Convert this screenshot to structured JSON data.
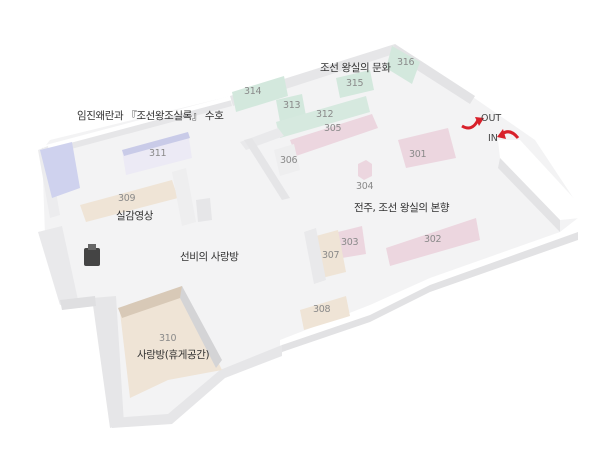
{
  "zones": [
    {
      "id": "joseon-court-culture",
      "label": "조선 왕실의 문화"
    },
    {
      "id": "imjin-war",
      "label": "임진왜란과 『조선왕조실록』 수호"
    },
    {
      "id": "immersive-video",
      "label": "실감영상"
    },
    {
      "id": "scholar-room",
      "label": "선비의 사랑방"
    },
    {
      "id": "jeonju-royal-origin",
      "label": "전주, 조선 왕실의 본향"
    },
    {
      "id": "rest-room",
      "label": "사랑방(휴게공간)"
    }
  ],
  "rooms": [
    {
      "id": "r316",
      "num": "316"
    },
    {
      "id": "r314",
      "num": "314"
    },
    {
      "id": "r315",
      "num": "315"
    },
    {
      "id": "r313",
      "num": "313"
    },
    {
      "id": "r312",
      "num": "312"
    },
    {
      "id": "r305",
      "num": "305"
    },
    {
      "id": "r311",
      "num": "311"
    },
    {
      "id": "r306",
      "num": "306"
    },
    {
      "id": "r301",
      "num": "301"
    },
    {
      "id": "r304",
      "num": "304"
    },
    {
      "id": "r309",
      "num": "309"
    },
    {
      "id": "r303",
      "num": "303"
    },
    {
      "id": "r302",
      "num": "302"
    },
    {
      "id": "r307",
      "num": "307"
    },
    {
      "id": "r308",
      "num": "308"
    },
    {
      "id": "r310",
      "num": "310"
    }
  ],
  "entrances": {
    "out": "OUT",
    "in": "IN"
  },
  "colors": {
    "floor": "#f3f3f4",
    "wall": "#ffffff",
    "wall_side": "#e4e4e6",
    "green": "#d3e8dd",
    "pink": "#ecd6df",
    "lavender": "#cfd2ee",
    "beige": "#efe4d6",
    "arrow": "#d8202a"
  }
}
